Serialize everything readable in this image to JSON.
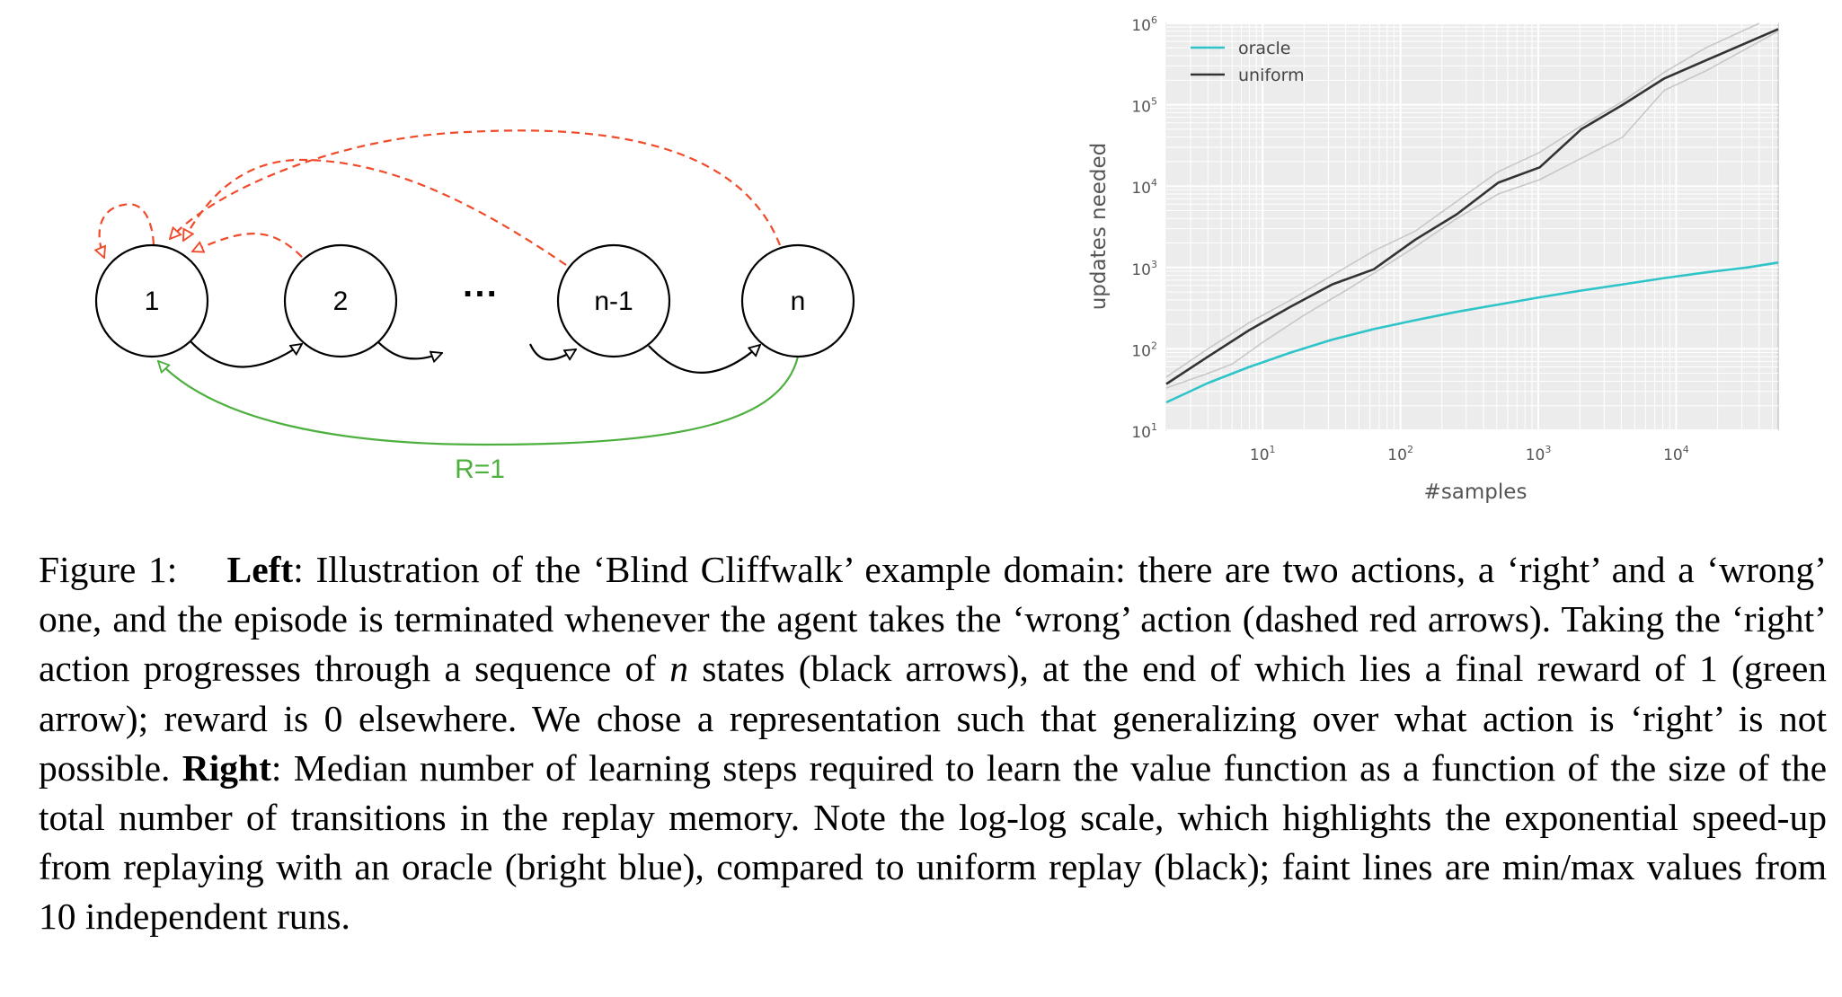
{
  "diagram": {
    "nodes": [
      "1",
      "2",
      "n-1",
      "n"
    ],
    "ellipsis": "···",
    "reward_label": "R=1",
    "colors": {
      "wrong": "#f04a2a",
      "right": "#000000",
      "reward": "#4caf3e"
    }
  },
  "chart_data": {
    "type": "line",
    "xlabel": "#samples",
    "ylabel": "updates needed",
    "xscale": "log",
    "yscale": "log",
    "xlim": [
      2,
      55000
    ],
    "ylim": [
      10,
      1000000
    ],
    "xticks": [
      {
        "v": 10,
        "b": "10",
        "e": "1"
      },
      {
        "v": 100,
        "b": "10",
        "e": "2"
      },
      {
        "v": 1000,
        "b": "10",
        "e": "3"
      },
      {
        "v": 10000,
        "b": "10",
        "e": "4"
      }
    ],
    "yticks": [
      {
        "v": 10,
        "b": "10",
        "e": "1"
      },
      {
        "v": 100,
        "b": "10",
        "e": "2"
      },
      {
        "v": 1000,
        "b": "10",
        "e": "3"
      },
      {
        "v": 10000,
        "b": "10",
        "e": "4"
      },
      {
        "v": 100000,
        "b": "10",
        "e": "5"
      },
      {
        "v": 1000000,
        "b": "10",
        "e": "6"
      }
    ],
    "grid": true,
    "legend_position": "top-left",
    "series": [
      {
        "name": "oracle",
        "color": "#2ec4c8",
        "x": [
          2,
          4,
          8,
          16,
          32,
          64,
          128,
          256,
          512,
          1024,
          2048,
          4096,
          8192,
          16384,
          32768,
          55000
        ],
        "y": [
          22,
          38,
          60,
          90,
          130,
          175,
          225,
          285,
          350,
          430,
          520,
          620,
          740,
          870,
          1000,
          1150
        ]
      },
      {
        "name": "uniform",
        "color": "#333333",
        "x": [
          2,
          4,
          8,
          16,
          32,
          64,
          128,
          256,
          512,
          1024,
          2048,
          4096,
          8192,
          16384,
          55000
        ],
        "y": [
          37,
          80,
          170,
          330,
          620,
          950,
          2200,
          4500,
          11000,
          17000,
          50000,
          100000,
          210000,
          350000,
          850000
        ]
      }
    ],
    "faint_series": [
      {
        "name": "uniform-max",
        "color": "#c8c8c8",
        "x": [
          2,
          4,
          8,
          16,
          32,
          64,
          128,
          256,
          512,
          1024,
          2048,
          4096,
          8192,
          16384,
          40000
        ],
        "y": [
          45,
          100,
          210,
          400,
          800,
          1600,
          2800,
          6500,
          15000,
          26000,
          55000,
          110000,
          250000,
          500000,
          1000000
        ]
      },
      {
        "name": "uniform-min",
        "color": "#c8c8c8",
        "x": [
          2,
          4,
          6,
          10,
          20,
          40,
          64,
          128,
          256,
          512,
          1024,
          2048,
          4096,
          8192,
          16384,
          55000
        ],
        "y": [
          33,
          50,
          65,
          120,
          260,
          520,
          850,
          1800,
          4000,
          8000,
          12000,
          22000,
          40000,
          150000,
          260000,
          800000
        ]
      }
    ]
  },
  "caption": {
    "prefix": "Figure 1:  ",
    "left_label": "Left",
    "left_text": ": Illustration of the ‘Blind Cliffwalk’ example domain: there are two actions, a ‘right’ and a ‘wrong’ one, and the episode is terminated whenever the agent takes the ‘wrong’ action (dashed red arrows).  Taking the ‘right’ action progresses through a sequence of ",
    "n_symbol": "n",
    "left_text2": " states (black arrows), at the end of which lies a final reward of 1 (green arrow); reward is 0 elsewhere. We chose a representation such that generalizing over what action is ‘right’ is not possible. ",
    "right_label": "Right",
    "right_text": ": Median number of learning steps required to learn the value function as a function of the size of the total number of transitions in the replay memory. Note the log-log scale, which highlights the exponential speed-up from replaying with an oracle (bright blue), compared to uniform replay (black); faint lines are min/max values from 10 independent runs."
  }
}
